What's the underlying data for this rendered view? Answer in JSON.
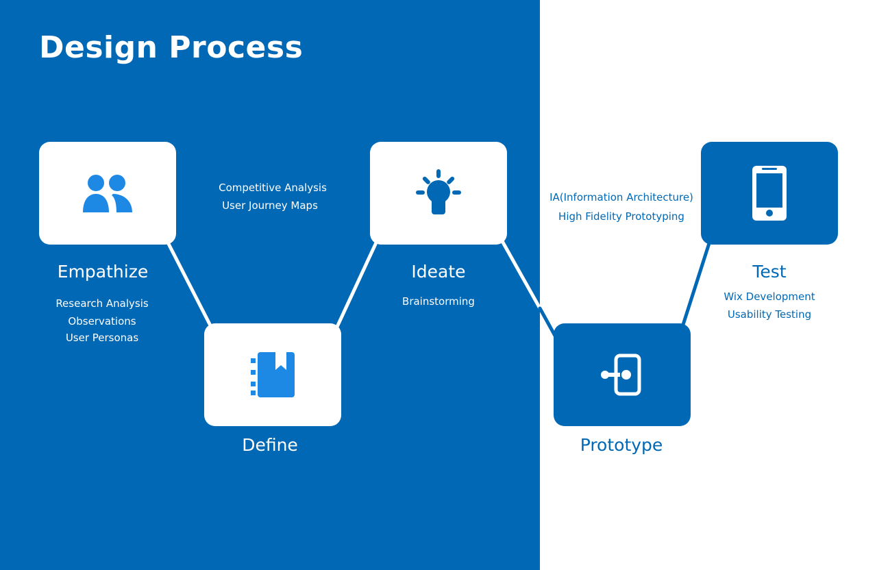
{
  "title": "Design Process",
  "colors": {
    "primary": "#0068b4",
    "icon_light": "#1e88e5",
    "background": "#ffffff"
  },
  "steps": [
    {
      "label": "Empathize",
      "icon": "people-icon",
      "details": [
        "Research Analysis",
        "Observations",
        "User Personas"
      ]
    },
    {
      "label": "Define",
      "icon": "notebook-icon",
      "details": [
        "Competitive Analysis",
        "User Journey Maps"
      ]
    },
    {
      "label": "Ideate",
      "icon": "lightbulb-icon",
      "details": [
        "Brainstorming"
      ]
    },
    {
      "label": "Prototype",
      "icon": "door-exit-icon",
      "details": [
        "IA(Information Architecture)",
        "High Fidelity Prototyping"
      ]
    },
    {
      "label": "Test",
      "icon": "mobile-phone-icon",
      "details": [
        "Wix Development",
        "Usability Testing"
      ]
    }
  ]
}
